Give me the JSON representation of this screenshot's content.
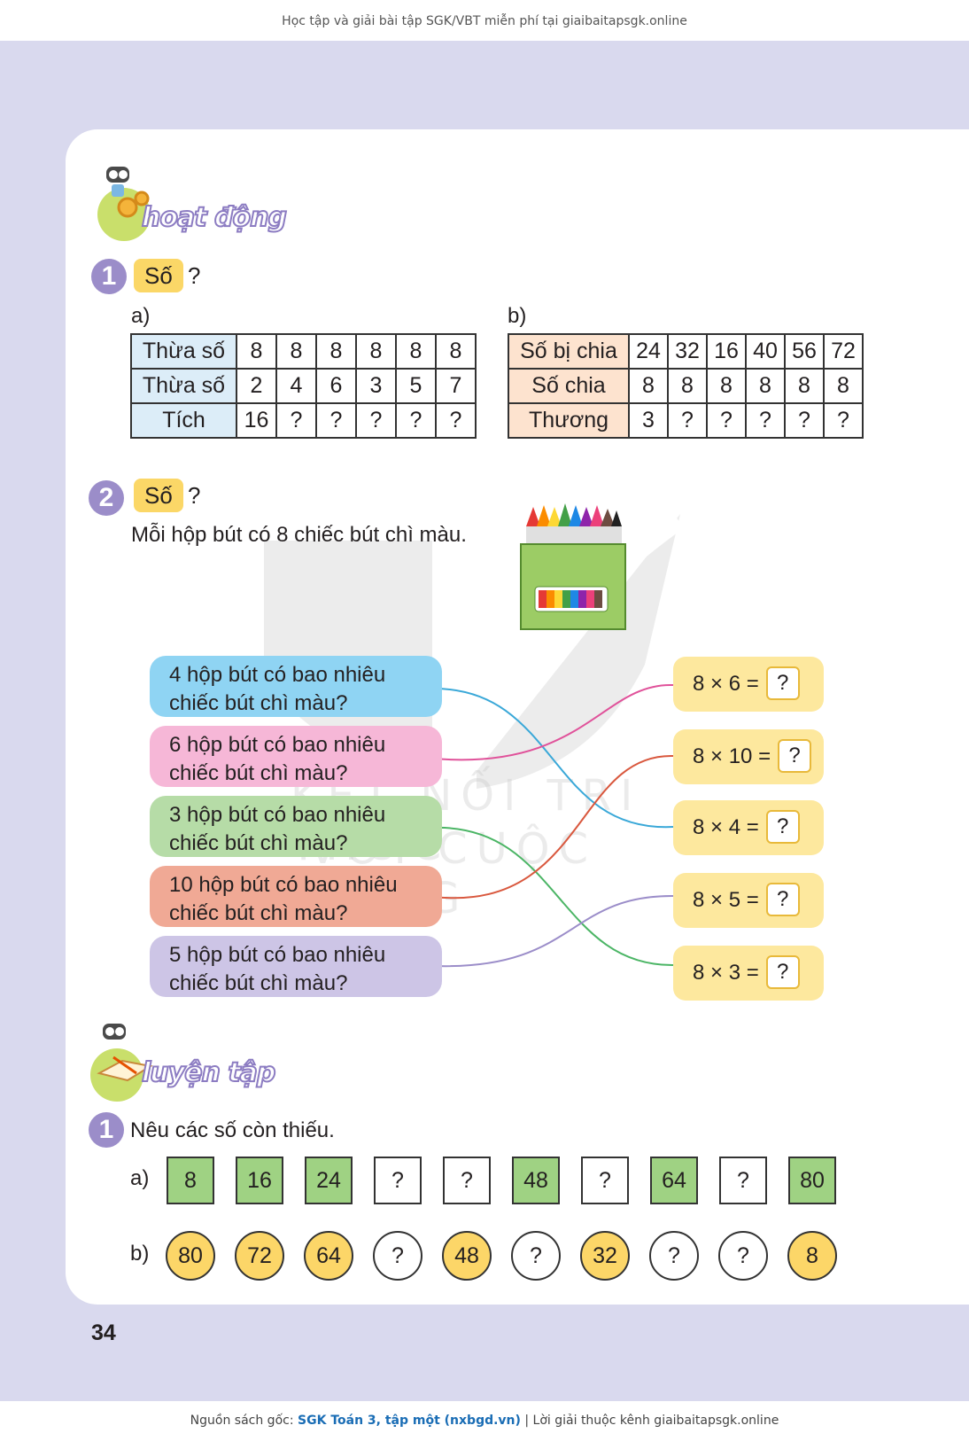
{
  "header": {
    "text": "Học tập và giải bài tập SGK/VBT miễn phí tại giaibaitapsgk.online"
  },
  "footer": {
    "prefix": "Nguồn sách gốc:",
    "source": "SGK Toán 3, tập một (nxbgd.vn)",
    "suffix": "| Lời giải thuộc kênh giaibaitapsgk.online"
  },
  "page_number": "34",
  "banner_activity": "hoạt động",
  "banner_practice": "luyện tập",
  "watermark": {
    "line1": "KẾT NỐI TRI THỨC",
    "line2": "VỚI CUỘC SỐNG"
  },
  "activity": {
    "ex1": {
      "number": "1",
      "tag": "Số",
      "q": "?",
      "a_label": "a)",
      "b_label": "b)",
      "table_a": {
        "rows": [
          {
            "header": "Thừa số",
            "cells": [
              "8",
              "8",
              "8",
              "8",
              "8",
              "8"
            ]
          },
          {
            "header": "Thừa số",
            "cells": [
              "2",
              "4",
              "6",
              "3",
              "5",
              "7"
            ]
          },
          {
            "header": "Tích",
            "cells": [
              "16",
              "?",
              "?",
              "?",
              "?",
              "?"
            ]
          }
        ]
      },
      "table_b": {
        "rows": [
          {
            "header": "Số bị chia",
            "cells": [
              "24",
              "32",
              "16",
              "40",
              "56",
              "72"
            ]
          },
          {
            "header": "Số chia",
            "cells": [
              "8",
              "8",
              "8",
              "8",
              "8",
              "8"
            ]
          },
          {
            "header": "Thương",
            "cells": [
              "3",
              "?",
              "?",
              "?",
              "?",
              "?"
            ]
          }
        ]
      }
    },
    "ex2": {
      "number": "2",
      "tag": "Số",
      "q": "?",
      "instruction": "Mỗi hộp bút có 8 chiếc bút chì màu.",
      "questions": [
        {
          "line1": "4 hộp bút có bao nhiêu",
          "line2": "chiếc bút chì màu?",
          "color": "#8fd4f3"
        },
        {
          "line1": "6 hộp bút có bao nhiêu",
          "line2": "chiếc bút chì màu?",
          "color": "#f6b7d7"
        },
        {
          "line1": "3 hộp bút có bao nhiêu",
          "line2": "chiếc bút chì màu?",
          "color": "#b6dca7"
        },
        {
          "line1": "10 hộp bút có bao nhiêu",
          "line2": "chiếc bút chì màu?",
          "color": "#f0a995"
        },
        {
          "line1": "5 hộp bút có bao nhiêu",
          "line2": "chiếc bút chì màu?",
          "color": "#cdc5e6"
        }
      ],
      "answers": [
        {
          "expr": "8 × 6 =",
          "box": "?"
        },
        {
          "expr": "8 × 10 =",
          "box": "?"
        },
        {
          "expr": "8 × 4 =",
          "box": "?"
        },
        {
          "expr": "8 × 5 =",
          "box": "?"
        },
        {
          "expr": "8 × 3 =",
          "box": "?"
        }
      ],
      "line_colors": {
        "q1": "#3aa8d8",
        "q2": "#e0529a",
        "q3": "#4bb565",
        "q4": "#d9583e",
        "q5": "#9b8dc9"
      }
    }
  },
  "practice": {
    "ex1": {
      "number": "1",
      "instruction": "Nêu các số còn thiếu.",
      "a_label": "a)",
      "b_label": "b)",
      "row_a": [
        "8",
        "16",
        "24",
        "?",
        "?",
        "48",
        "?",
        "64",
        "?",
        "80"
      ],
      "row_b": [
        "80",
        "72",
        "64",
        "?",
        "48",
        "?",
        "32",
        "?",
        "?",
        "8"
      ]
    }
  }
}
